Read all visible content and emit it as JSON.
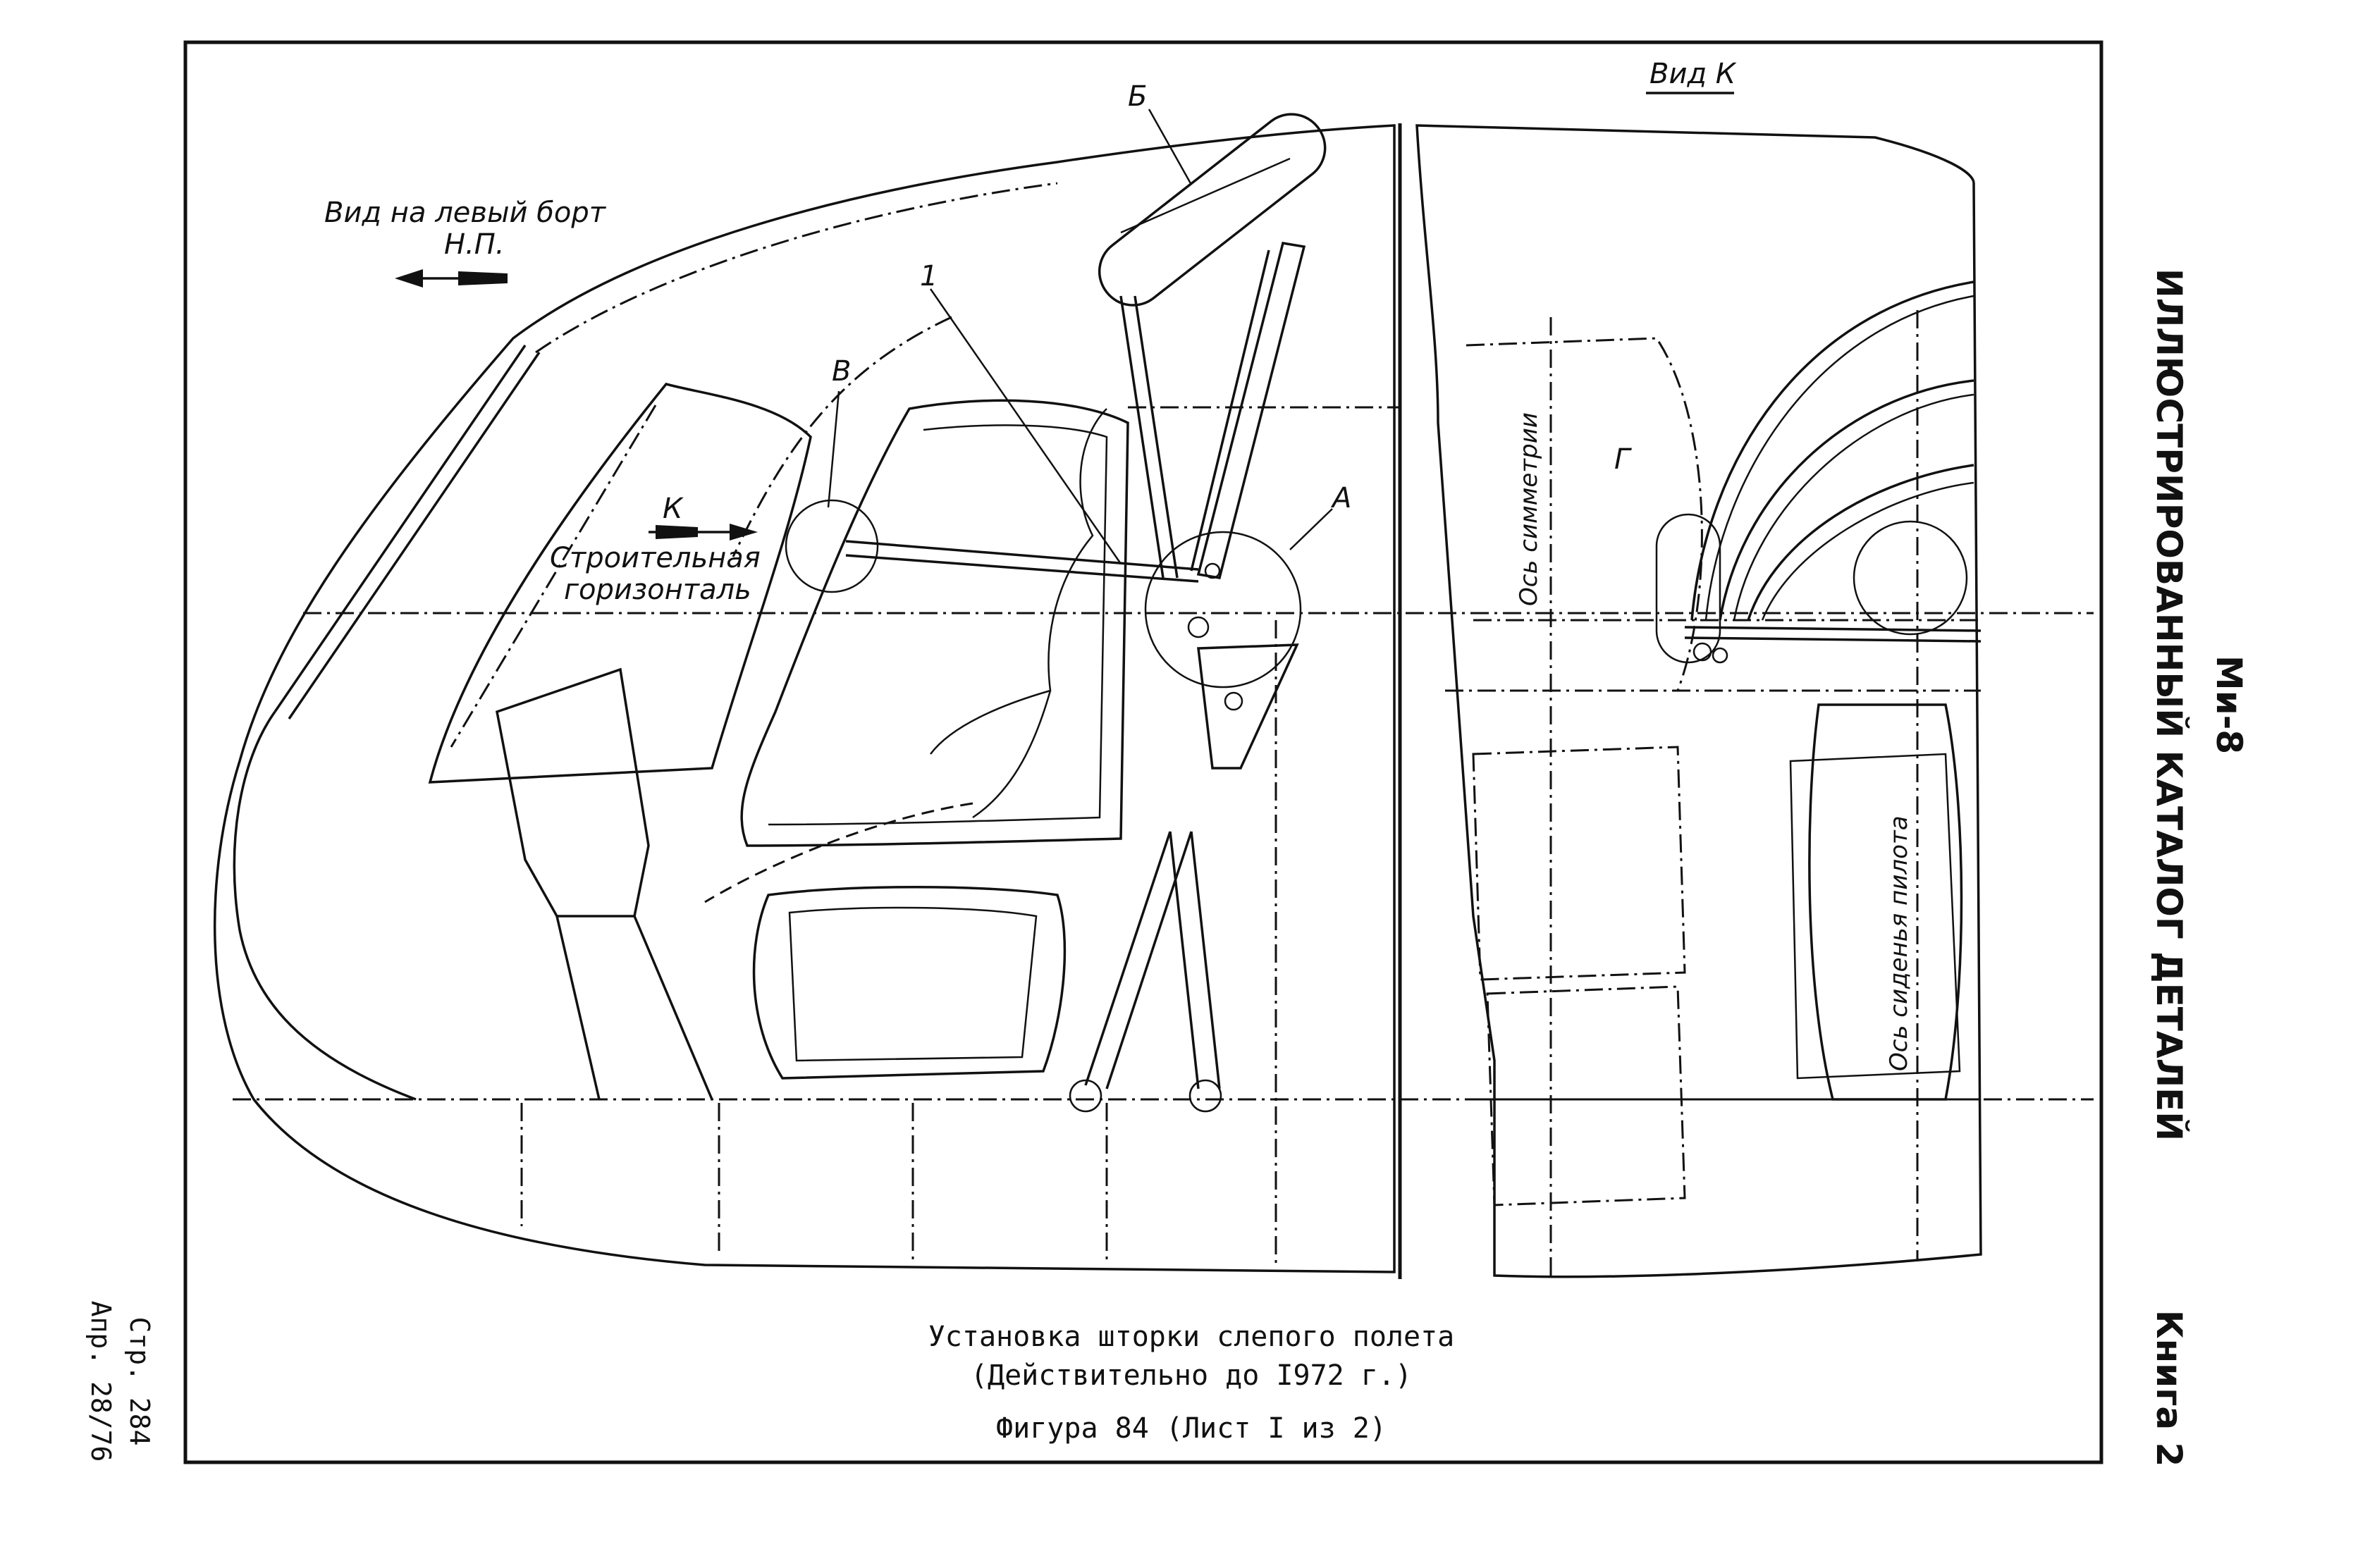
{
  "header": {
    "model": "Ми-8",
    "catalog_title": "ИЛЛЮСТРИРОВАННЫЙ КАТАЛОГ ДЕТАЛЕЙ",
    "book": "Книга 2"
  },
  "page_info": {
    "page": "Стр. 284",
    "date": "Апр. 28/76"
  },
  "caption": {
    "title": "Установка шторки слепого полета",
    "validity": "(Действительно до I972 г.)",
    "figure": "Фигура 84 (Лист I из 2)"
  },
  "main_view": {
    "view_on_left_side": "Вид на левый борт",
    "view_direction": "Н.П.",
    "arrow_k": "К",
    "construction_horizontal_1": "Строительная",
    "construction_horizontal_2": "горизонталь",
    "callouts": [
      "Б",
      "1",
      "В",
      "А"
    ]
  },
  "view_k": {
    "title": "Вид К",
    "callout_g": "Г",
    "axis_symmetry": "Ось симметрии",
    "axis_pilot_seat": "Ось сиденья пилота"
  }
}
